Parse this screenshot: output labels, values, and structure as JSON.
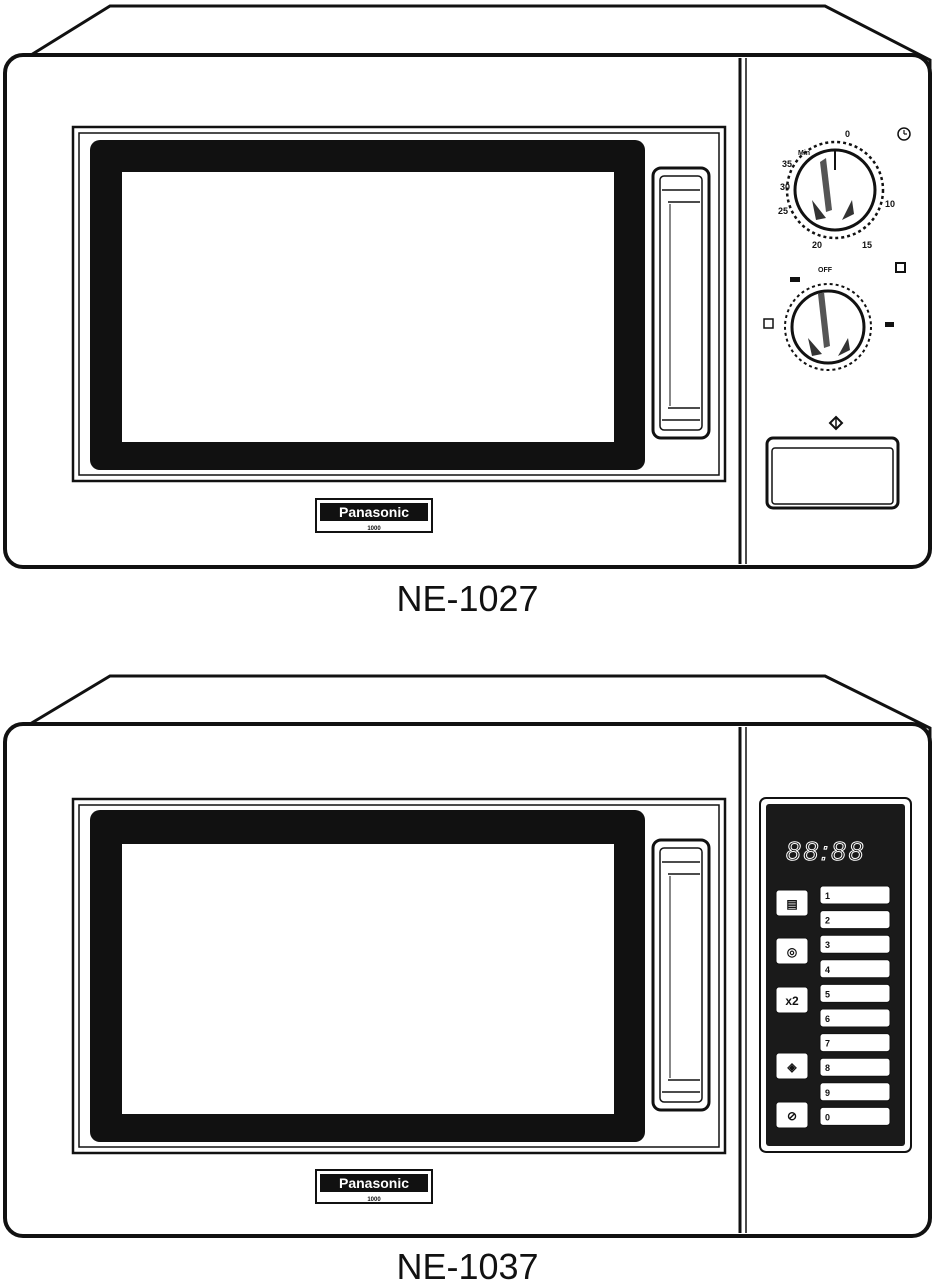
{
  "units": [
    {
      "model": "NE-1027",
      "brand": "Panasonic",
      "brand_sub": "1000",
      "timer_dial": {
        "labels": [
          "35",
          "30",
          "25",
          "20",
          "15",
          "10",
          "0"
        ],
        "top_label": "Min"
      },
      "power_dial": {
        "top_label": "OFF"
      }
    },
    {
      "model": "NE-1037",
      "brand": "Panasonic",
      "brand_sub": "1000",
      "display": "88:88",
      "side_buttons": [
        "▤",
        "◎",
        "x2",
        "◈",
        "⊘"
      ],
      "number_keys": [
        "1",
        "2",
        "3",
        "4",
        "5",
        "6",
        "7",
        "8",
        "9",
        "0"
      ]
    }
  ],
  "colors": {
    "line": "#111111",
    "fill": "#ffffff",
    "panel": "#1a1a1a"
  }
}
